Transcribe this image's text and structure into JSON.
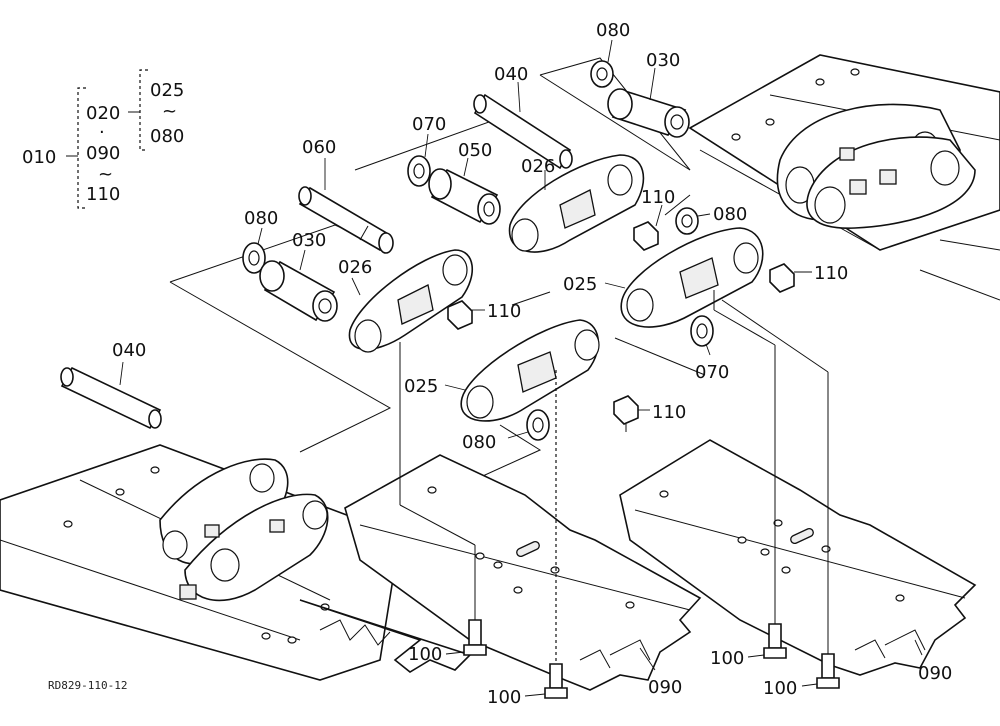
{
  "legend": {
    "main": "010",
    "group_a_top": "020",
    "group_a_dot": "·",
    "group_a_mid": "090",
    "group_a_tilde": "~",
    "group_a_bottom": "110",
    "group_b_top": "025",
    "group_b_tilde": "~",
    "group_b_bottom": "080"
  },
  "callouts": [
    {
      "id": "c080a",
      "text": "080"
    },
    {
      "id": "c030a",
      "text": "030"
    },
    {
      "id": "c040a",
      "text": "040"
    },
    {
      "id": "c070a",
      "text": "070"
    },
    {
      "id": "c050",
      "text": "050"
    },
    {
      "id": "c026a",
      "text": "026"
    },
    {
      "id": "c060",
      "text": "060"
    },
    {
      "id": "c080b",
      "text": "080"
    },
    {
      "id": "c030b",
      "text": "030"
    },
    {
      "id": "c026b",
      "text": "026"
    },
    {
      "id": "c110a",
      "text": "110"
    },
    {
      "id": "c080c",
      "text": "080"
    },
    {
      "id": "c025a",
      "text": "025"
    },
    {
      "id": "c110b",
      "text": "110"
    },
    {
      "id": "c110c",
      "text": "110"
    },
    {
      "id": "c040b",
      "text": "040"
    },
    {
      "id": "c025b",
      "text": "025"
    },
    {
      "id": "c070b",
      "text": "070"
    },
    {
      "id": "c110d",
      "text": "110"
    },
    {
      "id": "c080d",
      "text": "080"
    },
    {
      "id": "c100a",
      "text": "100"
    },
    {
      "id": "c100b",
      "text": "100"
    },
    {
      "id": "c090a",
      "text": "090"
    },
    {
      "id": "c100c",
      "text": "100"
    },
    {
      "id": "c100d",
      "text": "100"
    },
    {
      "id": "c090b",
      "text": "090"
    }
  ],
  "drawing_code": "RD829-110-12"
}
